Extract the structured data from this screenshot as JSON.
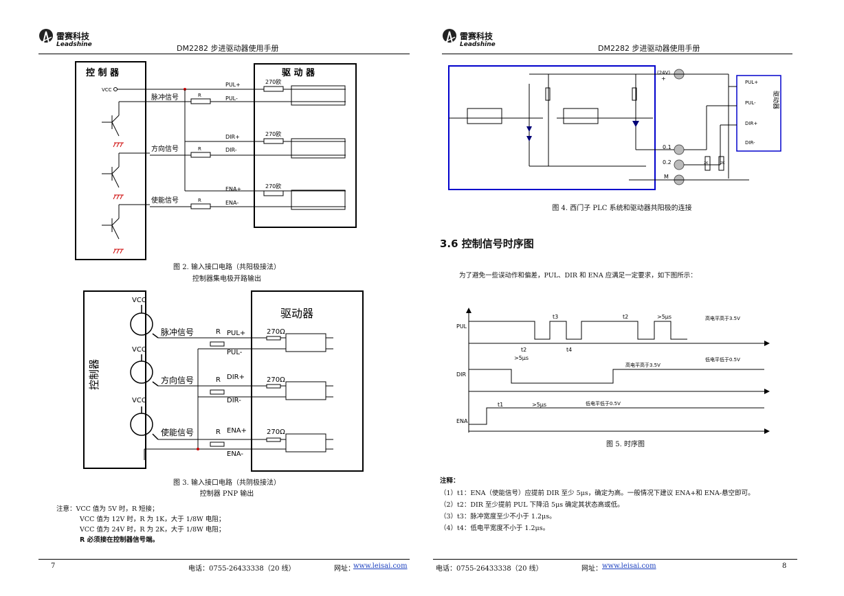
{
  "header": {
    "logo_cn": "雷赛科技",
    "logo_en": "Leadshine",
    "title": "DM2282 步进驱动器使用手册"
  },
  "fig2": {
    "controller_label": "控 制 器",
    "driver_label": "驱 动 器",
    "vcc": "VCC",
    "signals": [
      "脉冲信号",
      "方向信号",
      "使能信号"
    ],
    "pins": [
      "PUL+",
      "PUL-",
      "DIR+",
      "DIR-",
      "ENA+",
      "ENA-"
    ],
    "resistor": "R",
    "r270": "270欧",
    "caption1": "图 2. 输入接口电路（共阳极接法）",
    "caption2": "控制器集电极开路输出"
  },
  "fig3": {
    "controller_label": "控制器",
    "driver_label": "驱动器",
    "vcc": "VCC",
    "signals": [
      "脉冲信号",
      "方向信号",
      "使能信号"
    ],
    "pins": [
      "PUL+",
      "PUL-",
      "DIR+",
      "DIR-",
      "ENA+",
      "ENA-"
    ],
    "resistor": "R",
    "r270": "270Ω",
    "caption1": "图 3. 输入接口电路（共阴极接法）",
    "caption2": "控制器 PNP 输出"
  },
  "notes": {
    "lines": [
      "注意：VCC 值为 5V 时，R 短接；",
      "VCC 值为 12V 时，R 为 1K，大于 1/8W 电阻；",
      "VCC 值为 24V 时，R 为 2K，大于 1/8W 电阻；",
      "R 必须接在控制器信号端。"
    ]
  },
  "fig4": {
    "v24": "(24V)",
    "plus": "+",
    "q01": "0.1",
    "q02": "0.2",
    "m": "M",
    "pins": [
      "PUL+",
      "PUL-",
      "DIR+",
      "DIR-"
    ],
    "driver_label": "驱动器",
    "r2k": "2K",
    "caption": "图 4. 西门子 PLC 系统和驱动器共阳极的连接"
  },
  "section": {
    "title": "3.6  控制信号时序图",
    "intro": "为了避免一些误动作和偏差，PUL、DIR 和 ENA 应满足一定要求，如下图所示："
  },
  "fig5": {
    "signals": [
      "PUL",
      "DIR",
      "ENA"
    ],
    "t1": "t1",
    "t2": "t2",
    "t3": "t3",
    "t4": "t4",
    "gt5us": ">5μs",
    "high": "高电平高于3.5V",
    "low": "低电平低于0.5V",
    "caption": "图 5. 时序图"
  },
  "remarks": {
    "title": "注释：",
    "lines": [
      "（1）t1：ENA（使能信号）应提前 DIR 至少 5μs，确定为高。一般情况下建议 ENA+和 ENA-悬空即可。",
      "（2）t2：DIR 至少提前 PUL 下降沿 5μs 确定其状态高或低。",
      "（3）t3：脉冲宽度至少不小于 1.2μs。",
      "（4）t4：低电平宽度不小于 1.2μs。"
    ]
  },
  "footer": {
    "page_left": "7",
    "page_right": "8",
    "phone": "电话：0755-26433338（20 线）",
    "web_label": "网址：",
    "web": "www.leisai.com"
  }
}
